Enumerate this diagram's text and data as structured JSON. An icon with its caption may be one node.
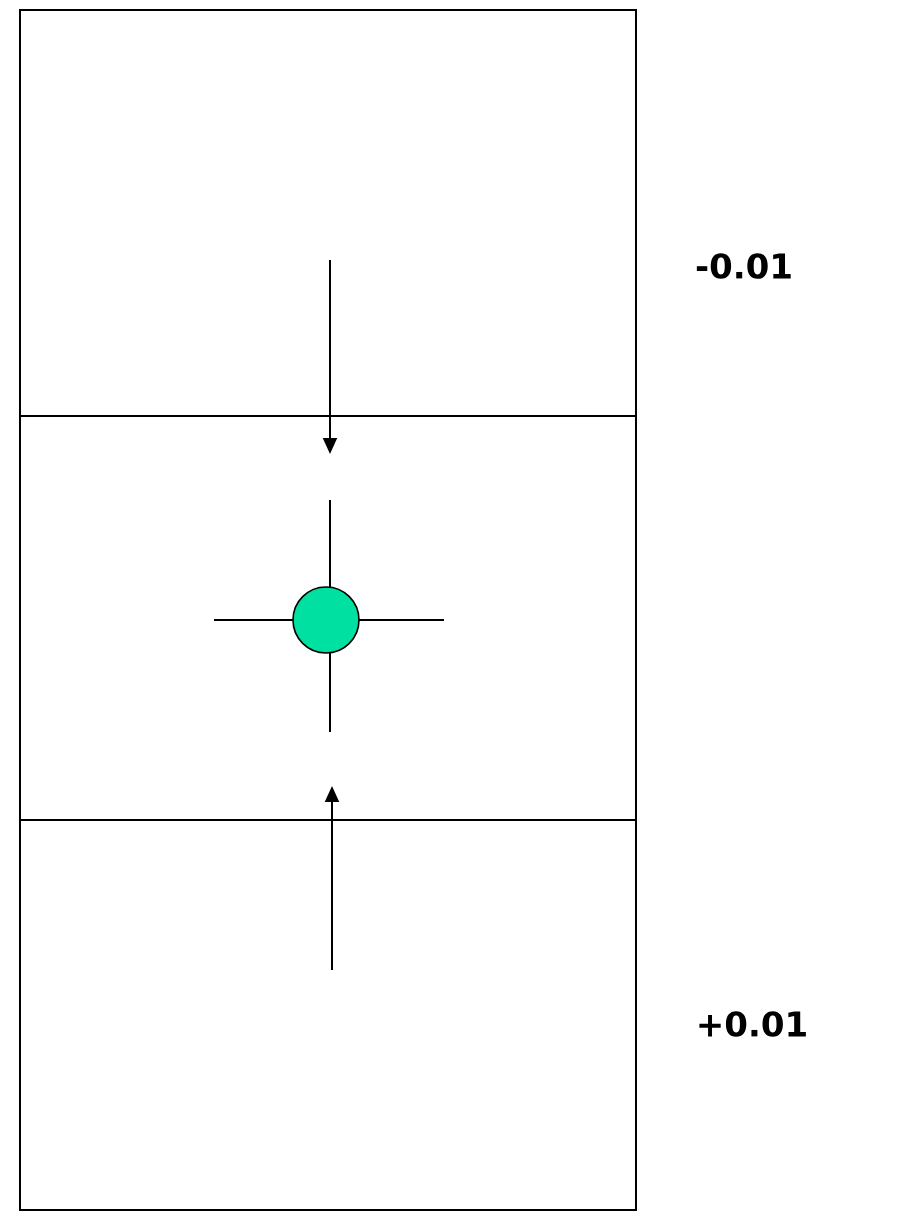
{
  "diagram": {
    "nodes": [
      {
        "text": [],
        "shape": "box",
        "beside": [
          "-0.01"
        ]
      },
      {
        "text": [],
        "shape": "box"
      },
      {
        "text": [],
        "shape": "box",
        "beside": [
          "+0.01"
        ]
      },
      {
        "text": [],
        "shape": "circle",
        "in": 1
      }
    ]
  }
}
